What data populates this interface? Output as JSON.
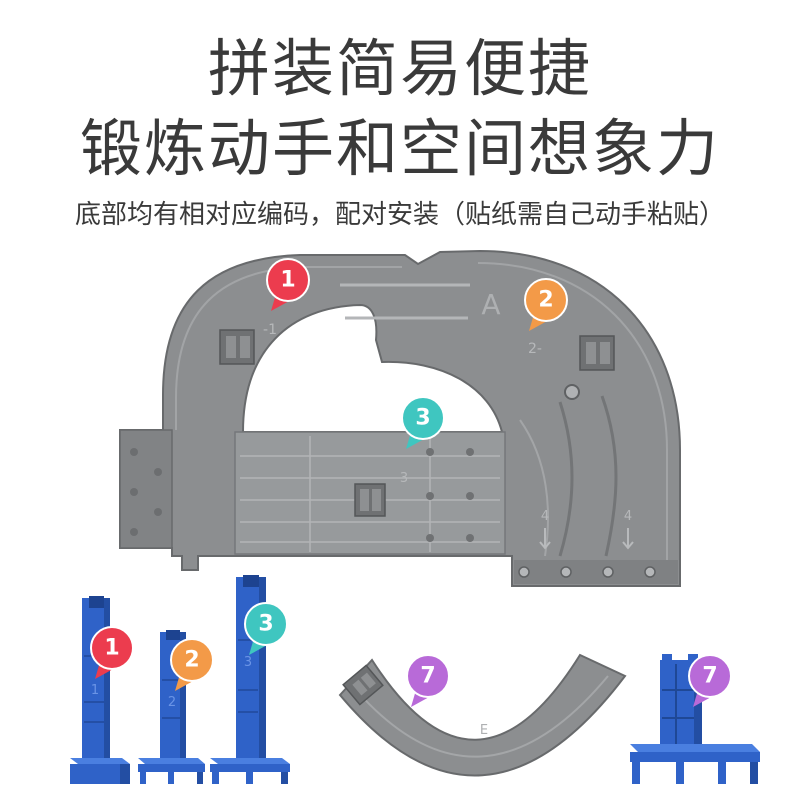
{
  "title": {
    "line1": "拼装简易便捷",
    "line2": "锻炼动手和空间想象力"
  },
  "subtitle": "底部均有相对应编码，配对安装（贴纸需自己动手粘贴）",
  "colors": {
    "text": "#3a3a3a",
    "part_gray": "#8c8e90",
    "part_blue": "#2f62c8"
  },
  "main_piece": {
    "badges": [
      {
        "label": "1",
        "color": "#ec3c4e"
      },
      {
        "label": "2",
        "color": "#f39a48"
      },
      {
        "label": "3",
        "color": "#3fc6c0"
      }
    ],
    "embossed": {
      "letter": "A",
      "mark1": "-1",
      "mark2": "2-",
      "mark3": "3",
      "mark4a": "4",
      "mark4b": "4"
    }
  },
  "parts": {
    "badges": [
      {
        "label": "1",
        "color": "#ec3c4e"
      },
      {
        "label": "2",
        "color": "#f39a48"
      },
      {
        "label": "3",
        "color": "#3fc6c0"
      },
      {
        "label": "7",
        "color": "#b86ad8"
      },
      {
        "label": "7",
        "color": "#b86ad8"
      }
    ],
    "embossed": {
      "pillar1": "1",
      "pillar2": "2",
      "pillar3": "3",
      "curve": "E"
    }
  }
}
